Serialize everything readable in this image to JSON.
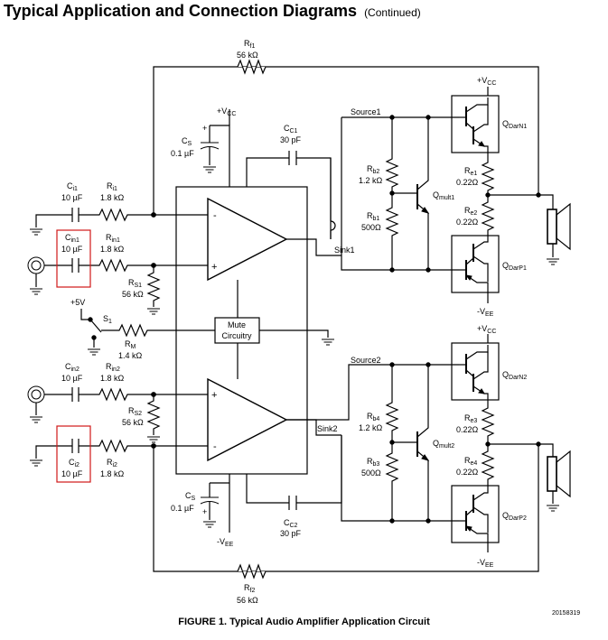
{
  "header": {
    "title": "Typical Application and Connection Diagrams",
    "subtitle": "(Continued)"
  },
  "caption": "FIGURE 1. Typical Audio Amplifier Application Circuit",
  "figure_id": "20158319",
  "components": {
    "rf1": {
      "name": "R",
      "sub": "f1",
      "value": "56 kΩ"
    },
    "rf2": {
      "name": "R",
      "sub": "f2",
      "value": "56 kΩ"
    },
    "cs_top": {
      "name": "C",
      "sub": "S",
      "value": "0.1 µF"
    },
    "cs_bot": {
      "name": "C",
      "sub": "S",
      "value": "0.1 µF"
    },
    "cc1": {
      "name": "C",
      "sub": "C1",
      "value": "30 pF"
    },
    "cc2": {
      "name": "C",
      "sub": "C2",
      "value": "30 pF"
    },
    "ci1": {
      "name": "C",
      "sub": "i1",
      "value": "10 µF"
    },
    "ri1": {
      "name": "R",
      "sub": "i1",
      "value": "1.8 kΩ"
    },
    "cin1": {
      "name": "C",
      "sub": "in1",
      "value": "10 µF"
    },
    "rin1": {
      "name": "R",
      "sub": "in1",
      "value": "1.8 kΩ"
    },
    "rs1": {
      "name": "R",
      "sub": "S1",
      "value": "56 kΩ"
    },
    "cin2": {
      "name": "C",
      "sub": "in2",
      "value": "10 µF"
    },
    "rin2": {
      "name": "R",
      "sub": "in2",
      "value": "1.8 kΩ"
    },
    "rs2": {
      "name": "R",
      "sub": "S2",
      "value": "56 kΩ"
    },
    "ci2": {
      "name": "C",
      "sub": "i2",
      "value": "10 µF"
    },
    "ri2": {
      "name": "R",
      "sub": "i2",
      "value": "1.8 kΩ"
    },
    "rm": {
      "name": "R",
      "sub": "M",
      "value": "1.4 kΩ"
    },
    "s1": {
      "name": "S",
      "sub": "1"
    },
    "rb2": {
      "name": "R",
      "sub": "b2",
      "value": "1.2 kΩ"
    },
    "rb1": {
      "name": "R",
      "sub": "b1",
      "value": "500Ω"
    },
    "rb4": {
      "name": "R",
      "sub": "b4",
      "value": "1.2 kΩ"
    },
    "rb3": {
      "name": "R",
      "sub": "b3",
      "value": "500Ω"
    },
    "qmult1": {
      "name": "Q",
      "sub": "mult1"
    },
    "qmult2": {
      "name": "Q",
      "sub": "mult2"
    },
    "re1": {
      "name": "R",
      "sub": "e1",
      "value": "0.22Ω"
    },
    "re2": {
      "name": "R",
      "sub": "e2",
      "value": "0.22Ω"
    },
    "re3": {
      "name": "R",
      "sub": "e3",
      "value": "0.22Ω"
    },
    "re4": {
      "name": "R",
      "sub": "e4",
      "value": "0.22Ω"
    },
    "qdarn1": {
      "name": "Q",
      "sub": "DarN",
      "sub2": "1"
    },
    "qdarp1": {
      "name": "Q",
      "sub": "DarP",
      "sub2": "1"
    },
    "qdarn2": {
      "name": "Q",
      "sub": "DarN",
      "sub2": "2"
    },
    "qdarp2": {
      "name": "Q",
      "sub": "DarP",
      "sub2": "2"
    }
  },
  "nets": {
    "vcc_prefix": "+V",
    "vcc_sub": "CC",
    "vee_prefix": "-V",
    "vee_sub": "EE",
    "plus5v": "+5V",
    "source1": "Source1",
    "sink1": "Sink1",
    "source2": "Source2",
    "sink2": "Sink2"
  },
  "blocks": {
    "mute_line1": "Mute",
    "mute_line2": "Circuitry"
  },
  "opamp_pins": {
    "minus": "-",
    "plus": "+"
  },
  "highlight_color": "#d01818"
}
